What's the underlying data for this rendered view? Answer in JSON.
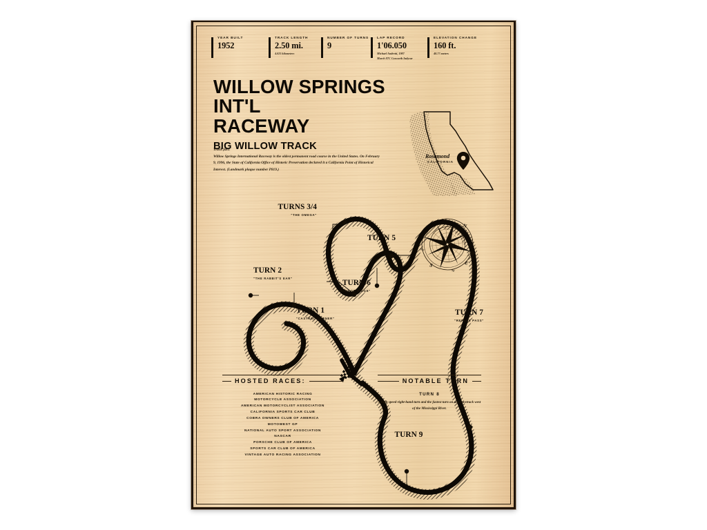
{
  "poster": {
    "stats": [
      {
        "label": "YEAR BUILT",
        "value": "1952",
        "sub": "",
        "sub2": ""
      },
      {
        "label": "TRACK LENGTH",
        "value": "2.50 mi.",
        "sub": "4.023 kilometers",
        "sub2": ""
      },
      {
        "label": "NUMBER OF TURNS",
        "value": "9",
        "sub": "",
        "sub2": ""
      },
      {
        "label": "LAP RECORD",
        "value": "1'06.050",
        "sub": "Michael Andretti, 1987",
        "sub2": "March 87C Cosworth Indycar"
      },
      {
        "label": "ELEVATION CHANGE",
        "value": "160 ft.",
        "sub": "48.77 meters",
        "sub2": ""
      }
    ],
    "title_line1": "WILLOW SPRINGS INT'L",
    "title_line2": "RACEWAY",
    "subtitle": "BIG WILLOW TRACK",
    "fact_heading": "Track fact:",
    "fact_body": "Willow Springs International Raceway is the oldest permanent road course in the United States. On February 9, 1996, the State of California Office of Historic Preservation declared it a California Point of Historical Interest. (Landmark plaque number P819.)",
    "inset": {
      "city": "Rosamond",
      "state": "CALIFORNIA"
    },
    "compass": {
      "n": "N",
      "e": "E",
      "s": "S",
      "w": "W",
      "nw": "NW",
      "ne": "NE",
      "se": "SE",
      "sw": "SW"
    },
    "turns": [
      {
        "name": "TURNS 3/4",
        "sub": "\"THE OMEGA\""
      },
      {
        "name": "TURN 5",
        "sub": ""
      },
      {
        "name": "TURN 2",
        "sub": "\"THE RABBIT'S EAR\""
      },
      {
        "name": "TURN 6",
        "sub": "\"MONROE RIDGE\""
      },
      {
        "name": "TURN 1",
        "sub": "\"CASTROL CORNER\""
      },
      {
        "name": "TURN 7",
        "sub": "\"REPASS PASS\""
      },
      {
        "name": "TURN 9",
        "sub": ""
      }
    ],
    "hosted": {
      "title": "HOSTED RACES:",
      "items": [
        "AMERICAN HISTORIC RACING",
        "MOTORCYCLE ASSOCIATION",
        "AMERICAN MOTORCYCLIST ASSOCIATION",
        "CALIFORNIA SPORTS CAR CLUB",
        "COBRA OWNERS CLUB OF AMERICA",
        "MOTOWEST GP",
        "NATIONAL AUTO SPORT ASSOCIATION",
        "NASCAR",
        "PORSCHE CLUB OF AMERICA",
        "SPORTS CAR CLUB OF AMERICA",
        "VINTAGE AUTO RACING ASSOCIATION"
      ]
    },
    "notable": {
      "title": "NOTABLE TURN",
      "turn": "TURN 8",
      "description": "A high speed right-hand turn and the fastest turn on any racetrack west of the Mississippi River."
    },
    "colors": {
      "wood": "#f0d5ac",
      "ink": "#120c05",
      "page_background": "#ffffff"
    }
  }
}
